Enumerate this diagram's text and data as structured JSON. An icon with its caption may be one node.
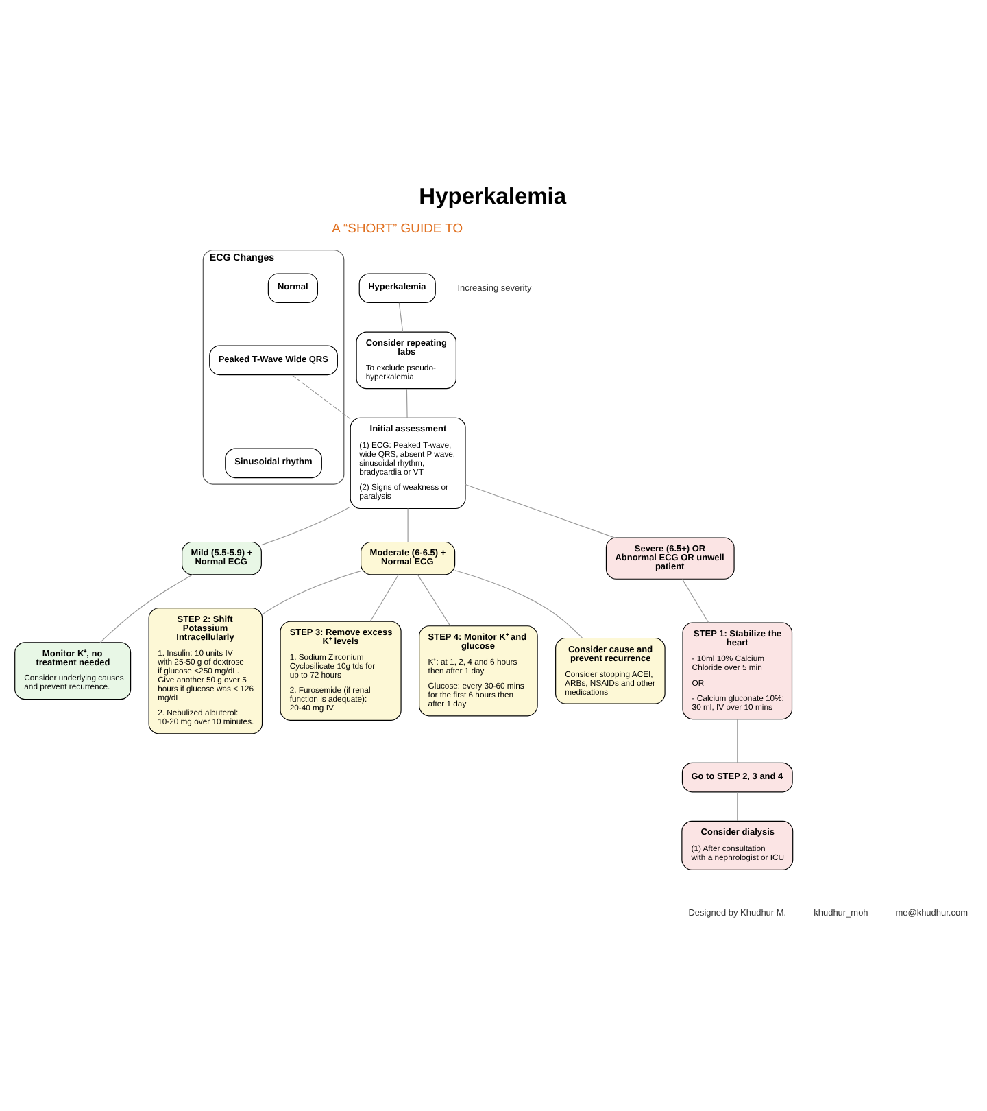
{
  "diagram": {
    "title": "Hyperkalemia",
    "nodes": [
      {
        "text": [
          "Hyperkalemia"
        ]
      },
      {
        "text": [
          "Consider repeating labs",
          "To exclude pseudo-hyperkalemia"
        ]
      },
      {
        "text": [
          "Initial assessment",
          "(1) ECG: Peaked T-wave, wide QRS, absent P wave, sinusoidal rhythm, bradycardia or VT",
          "(2) Signs of weakness or paralysis"
        ]
      },
      {
        "text": [
          "ECG Changes"
        ]
      },
      {
        "text": [
          "Normal"
        ],
        "in": 3
      },
      {
        "text": [
          "Peaked T-Wave Wide QRS"
        ],
        "in": 3
      },
      {
        "text": [
          "Sinusoidal rhythm"
        ],
        "in": 3
      },
      {
        "text": [
          "Mild (5.5-5.9) + Normal ECG"
        ]
      },
      {
        "text": [
          "Moderate (6-6.5) + Normal ECG"
        ]
      },
      {
        "text": [
          "Severe (6.5+) OR Abnormal ECG OR unwell patient"
        ]
      },
      {
        "text": [
          "Monitor K⁺, no treatment needed",
          "Consider underlying causes and prevent recurrence."
        ]
      },
      {
        "text": [
          "STEP 2: Shift Potassium Intracellularly",
          "1. Insulin: 10 units IV with 25-50 g of dextrose if glucose <250 mg/dL. Give another 50 g over 5 hours if glucose was < 126 mg/dL",
          "2. Nebulized albuterol: 10-20 mg over 10 minutes."
        ]
      },
      {
        "text": [
          "STEP 3: Remove excess K⁺ levels",
          "1. Sodium Zirconium Cyclosilicate 10g tds for up to 72 hours",
          "2. Furosemide (if renal function is adequate): 20-40 mg IV."
        ]
      },
      {
        "text": [
          "STEP 4: Monitor K⁺ and glucose",
          "K⁺: at 1, 2, 4 and 6 hours then after 1 day",
          "Glucose: every 30-60 mins for the first 6 hours then after 1 day"
        ]
      },
      {
        "text": [
          "Consider cause and prevent recurrence",
          "Consider stopping ACEI, ARBs, NSAIDs and other medications"
        ]
      },
      {
        "text": [
          "STEP 1: Stabilize the heart",
          "- 10ml 10% Calcium Chloride over 5 min",
          "OR",
          "- Calcium gluconate 10%: 30 ml, IV over 10 mins"
        ]
      },
      {
        "text": [
          "Go to STEP 2, 3 and 4"
        ]
      },
      {
        "text": [
          "Consider dialysis",
          "(1) After consultation with a nephrologist or ICU"
        ]
      }
    ],
    "edges": [
      {
        "from": 0,
        "to": 1,
        "arrow": "none"
      },
      {
        "from": 1,
        "to": 2,
        "arrow": "none"
      },
      {
        "from": 2,
        "to": 5,
        "arrow": "none",
        "style": "dashed"
      },
      {
        "from": 2,
        "to": 7,
        "arrow": "none"
      },
      {
        "from": 2,
        "to": 8,
        "arrow": "none"
      },
      {
        "from": 2,
        "to": 9,
        "arrow": "none"
      },
      {
        "from": 7,
        "to": 10,
        "arrow": "none"
      },
      {
        "from": 8,
        "to": 11,
        "arrow": "none"
      },
      {
        "from": 8,
        "to": 12,
        "arrow": "none"
      },
      {
        "from": 8,
        "to": 13,
        "arrow": "none"
      },
      {
        "from": 8,
        "to": 14,
        "arrow": "none"
      },
      {
        "from": 9,
        "to": 15,
        "arrow": "none"
      },
      {
        "from": 15,
        "to": 16,
        "arrow": "none"
      },
      {
        "from": 16,
        "to": 17,
        "arrow": "none"
      }
    ],
    "labels": [
      "A “SHORT” GUIDE TO",
      "Increasing severity",
      "Designed by Khudhur M.",
      "khudhur_moh",
      "me@khudhur.com"
    ]
  }
}
